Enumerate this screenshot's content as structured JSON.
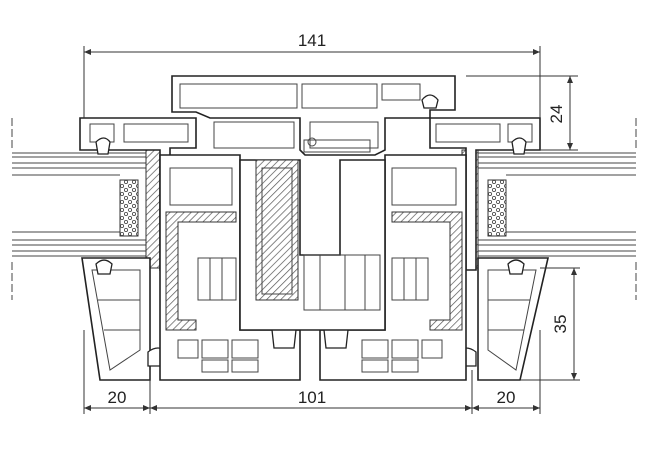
{
  "dimensions": {
    "overall_width": "141",
    "upper_height": "24",
    "lower_height": "35",
    "left_offset": "20",
    "center_width": "101",
    "right_offset": "20"
  }
}
